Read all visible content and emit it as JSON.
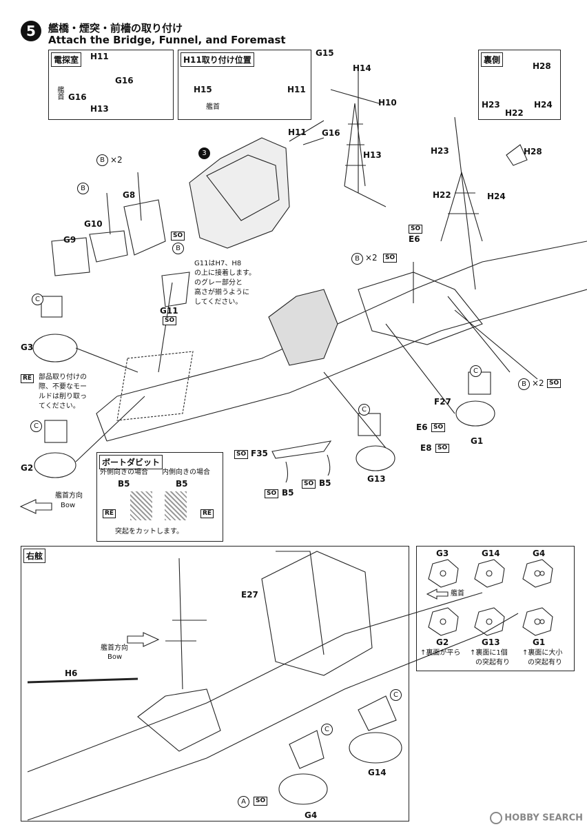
{
  "step": {
    "number": "5",
    "title_jp": "艦橋・煙突・前檣の取り付け",
    "title_en": "Attach the Bridge, Funnel, and Foremast"
  },
  "inset_radar": {
    "title": "電探室",
    "bow": "艦首",
    "parts": [
      "H11",
      "G16",
      "G16",
      "H13"
    ]
  },
  "inset_h11": {
    "title": "H11取り付け位置",
    "bow": "艦首",
    "parts": [
      "H15",
      "H11"
    ]
  },
  "inset_back": {
    "title": "裏側",
    "parts": [
      "H28",
      "H23",
      "H22",
      "H24"
    ]
  },
  "tags": {
    "so": "SO",
    "re": "RE"
  },
  "main_labels": {
    "g15": "G15",
    "h14": "H14",
    "h10": "H10",
    "h11": "H11",
    "g16": "G16",
    "h13": "H13",
    "h23": "H23",
    "h28": "H28",
    "h22": "H22",
    "h24": "H24",
    "g8": "G8",
    "g10": "G10",
    "g9": "G9",
    "g11": "G11",
    "g3": "G3",
    "g2": "G2",
    "g1": "G1",
    "g13": "G13",
    "e6a": "E6",
    "e6b": "E6",
    "e8": "E8",
    "f27": "F27",
    "f35": "F35",
    "b5a": "B5",
    "b5b": "B5"
  },
  "circle_letters": {
    "a": "A",
    "b": "B",
    "c": "C",
    "three": "3"
  },
  "times2": "×2",
  "note_g11": [
    "G11はH7、H8",
    "の上に接着します。",
    "のグレー部分と",
    "高さが揃うように",
    "してください。"
  ],
  "note_re": [
    "部品取り付けの",
    "際、不要なモー",
    "ルドは削り取っ",
    "てください。"
  ],
  "boat_davit": {
    "title": "ボートダビット",
    "outward": "外側向きの場合",
    "inward": "内側向きの場合",
    "part": "B5",
    "note": "突起をカットします。"
  },
  "bow_dir": {
    "jp": "艦首方向",
    "en": "Bow"
  },
  "starboard": {
    "title": "右舷",
    "e27": "E27",
    "h6": "H6",
    "g14": "G14",
    "g4": "G4"
  },
  "base_table": {
    "row1": [
      "G3",
      "G14",
      "G4"
    ],
    "row2": [
      "G2",
      "G13",
      "G1"
    ],
    "bow": "艦首",
    "notes": [
      "↑裏面が平ら",
      "↑裏面に1個",
      "の突起有り",
      "↑裏面に大小",
      "の突起有り"
    ]
  },
  "watermark": "HOBBY SEARCH"
}
